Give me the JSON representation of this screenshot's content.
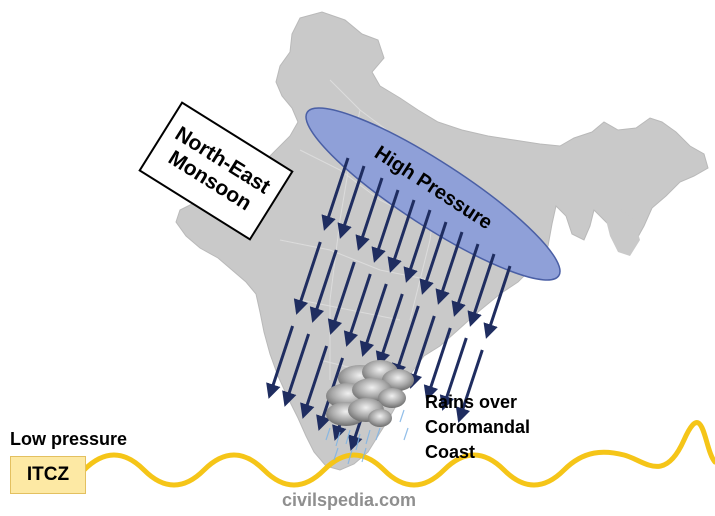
{
  "labels": {
    "monsoon_line1": "North-East",
    "monsoon_line2": "Monsoon",
    "high_pressure": "High Pressure",
    "low_pressure": "Low pressure",
    "itcz": "ITCZ",
    "rains_line1": "Rains over",
    "rains_line2": "Coromandal",
    "rains_line3": "Coast",
    "watermark": "civilspedia.com"
  },
  "colors": {
    "map_fill": "#c9c9c9",
    "ellipse_fill": "#8fa0d8",
    "ellipse_stroke": "#4a5fa5",
    "arrow": "#1f2d60",
    "itcz_line": "#f5c518",
    "itcz_box": "#fde9a4",
    "watermark": "#8f8f8f"
  }
}
